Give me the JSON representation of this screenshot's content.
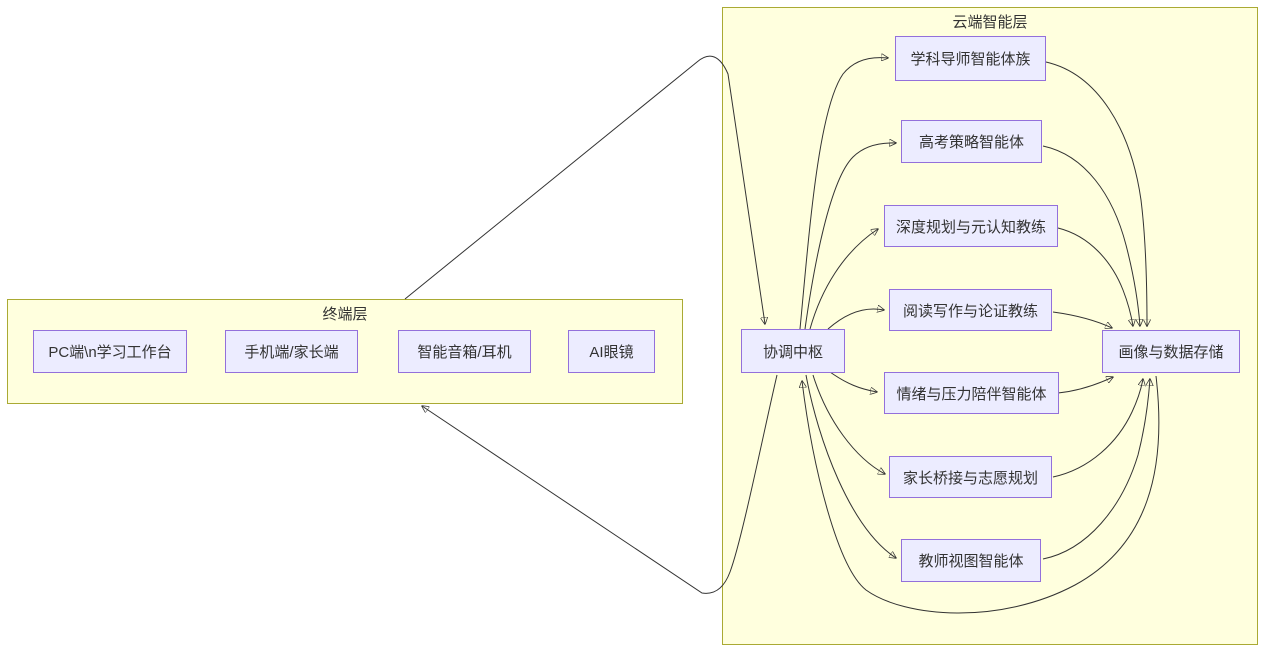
{
  "diagram_title": "",
  "colors": {
    "cluster_fill": "#ffffde",
    "cluster_border": "#aaaa33",
    "node_fill": "#ECECFF",
    "node_border": "#9370DB",
    "edge_color": "#333333",
    "text_color": "#333333"
  },
  "terminal_layer": {
    "title": "终端层",
    "nodes": {
      "pc": "PC端\\n学习工作台",
      "phone": "手机端/家长端",
      "speaker": "智能音箱/耳机",
      "glasses": "AI眼镜"
    }
  },
  "cloud_layer": {
    "title": "云端智能层",
    "hub": "协调中枢",
    "agents": {
      "subject_tutor": "学科导师智能体族",
      "gaokao_strategy": "高考策略智能体",
      "deep_planning": "深度规划与元认知教练",
      "reading_writing": "阅读写作与论证教练",
      "emotion_support": "情绪与压力陪伴智能体",
      "parent_bridge": "家长桥接与志愿规划",
      "teacher_view": "教师视图智能体"
    },
    "storage": "画像与数据存储"
  },
  "edges": [
    {
      "from": "终端层",
      "to": "协调中枢"
    },
    {
      "from": "协调中枢",
      "to": "终端层"
    },
    {
      "from": "协调中枢",
      "to": "学科导师智能体族"
    },
    {
      "from": "协调中枢",
      "to": "高考策略智能体"
    },
    {
      "from": "协调中枢",
      "to": "深度规划与元认知教练"
    },
    {
      "from": "协调中枢",
      "to": "阅读写作与论证教练"
    },
    {
      "from": "协调中枢",
      "to": "情绪与压力陪伴智能体"
    },
    {
      "from": "协调中枢",
      "to": "家长桥接与志愿规划"
    },
    {
      "from": "协调中枢",
      "to": "教师视图智能体"
    },
    {
      "from": "学科导师智能体族",
      "to": "画像与数据存储"
    },
    {
      "from": "高考策略智能体",
      "to": "画像与数据存储"
    },
    {
      "from": "深度规划与元认知教练",
      "to": "画像与数据存储"
    },
    {
      "from": "阅读写作与论证教练",
      "to": "画像与数据存储"
    },
    {
      "from": "情绪与压力陪伴智能体",
      "to": "画像与数据存储"
    },
    {
      "from": "家长桥接与志愿规划",
      "to": "画像与数据存储"
    },
    {
      "from": "教师视图智能体",
      "to": "画像与数据存储"
    },
    {
      "from": "画像与数据存储",
      "to": "协调中枢"
    }
  ]
}
